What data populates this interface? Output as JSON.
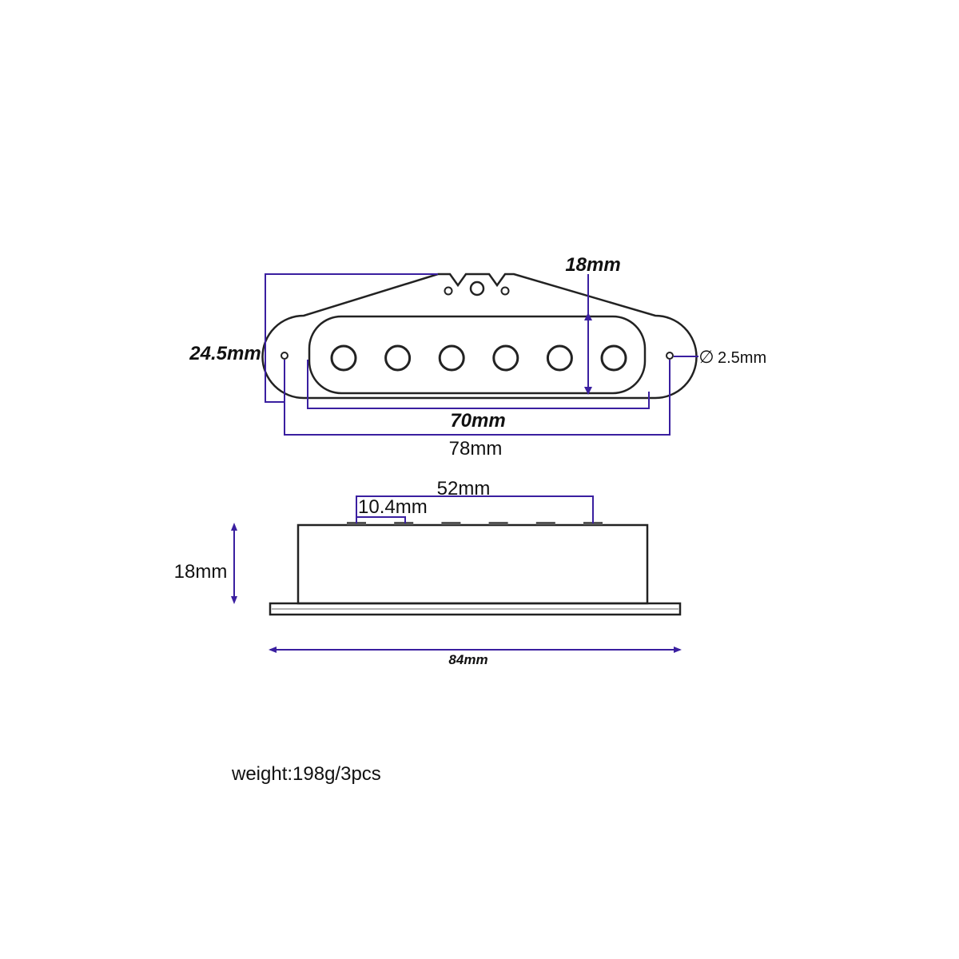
{
  "top_view": {
    "height_label": "18mm",
    "width_label": "24.5mm",
    "hole_label": "2.5mm",
    "hole_symbol": "∅",
    "inner_length_label": "70mm",
    "outer_length_label": "78mm",
    "pole_count": 6
  },
  "side_view": {
    "span_label": "52mm",
    "pitch_label": "10.4mm",
    "height_label": "18mm",
    "base_length_label": "84mm"
  },
  "weight_note": "weight:198g/3pcs",
  "colors": {
    "dimension_line": "#3a1fa0",
    "outline": "#222222",
    "background": "#ffffff"
  }
}
